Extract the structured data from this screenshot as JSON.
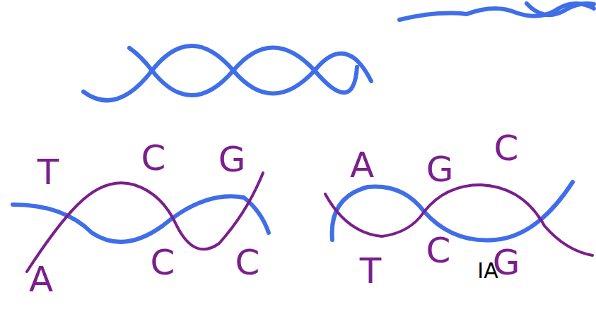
{
  "diagram": {
    "labels": [
      "T",
      "C",
      "G",
      "A",
      "G",
      "C",
      "A",
      "C",
      "C",
      "T",
      "C",
      "G",
      "IA"
    ]
  }
}
